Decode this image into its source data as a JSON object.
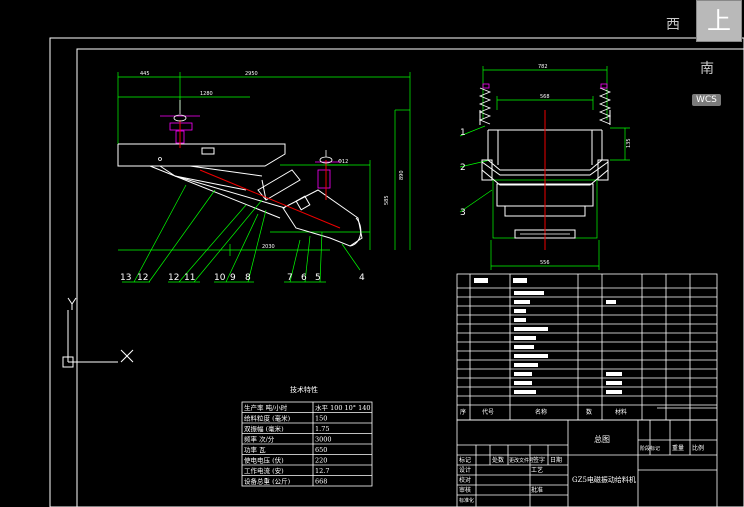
{
  "viewcube": {
    "west_label": "西",
    "top_label": "上",
    "south_label": "南",
    "wcs_label": "WCS"
  },
  "drawing": {
    "balloons": [
      "13",
      "12",
      "12",
      "11",
      "10",
      "9",
      "8",
      "7",
      "6",
      "5",
      "4"
    ],
    "side_balloons": [
      "1",
      "2",
      "3"
    ],
    "ucs_label": "Y",
    "spec_table": {
      "title": "技术特性",
      "rows": [
        [
          "生产率 吨/小时",
          "水平 100   10° 140"
        ],
        [
          "给料粒度 (毫米)",
          "150"
        ],
        [
          "双振幅 (毫米)",
          "1.75"
        ],
        [
          "频率 次/分",
          "3000"
        ],
        [
          "功率 瓦",
          "650"
        ],
        [
          "使电电压 (伏)",
          "220"
        ],
        [
          "工作电流 (安)",
          "12.7"
        ],
        [
          "设备总重 (公斤)",
          "668"
        ]
      ]
    },
    "title_block": {
      "sheet_label": "总图",
      "drawing_name": "GZ5电磁振动给料机",
      "headers": [
        "序",
        "代号",
        "名称",
        "数",
        "材料"
      ],
      "sign_labels": [
        "标记",
        "处数",
        "更改文件号",
        "签字",
        "日期"
      ],
      "left_labels": [
        "设计",
        "校对",
        "审核",
        "工艺",
        "标准化",
        "批准"
      ],
      "scale_labels": [
        "阶段标记",
        "重量",
        "比例"
      ]
    }
  }
}
